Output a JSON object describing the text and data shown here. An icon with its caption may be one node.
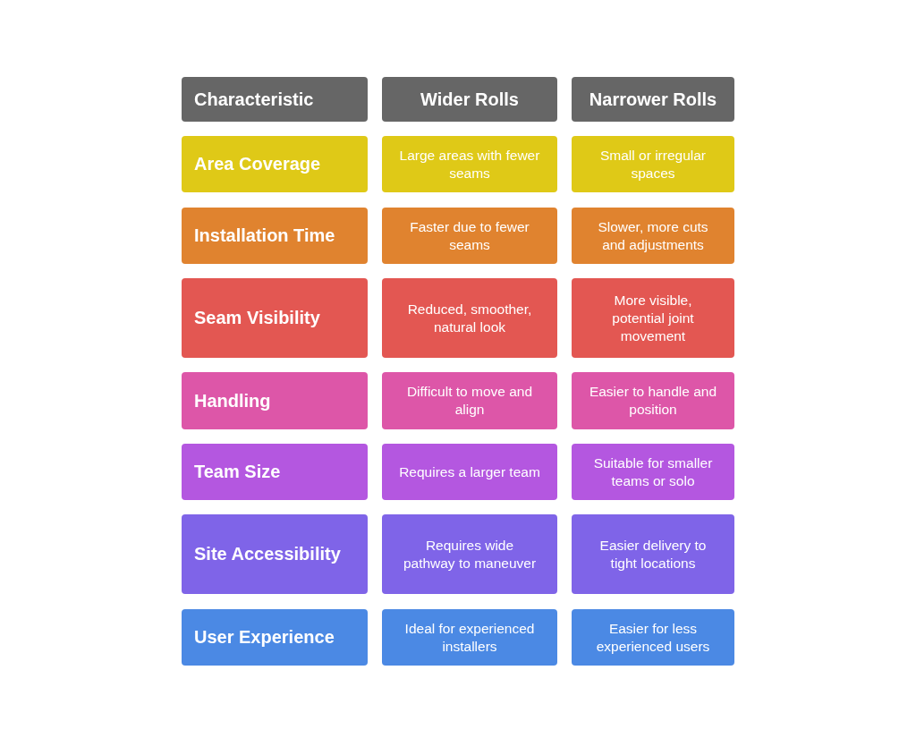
{
  "diagram": {
    "nodes": [
      {
        "text": [
          "Characteristic"
        ]
      },
      {
        "text": [
          "Wider Rolls"
        ]
      },
      {
        "text": [
          "Narrower Rolls"
        ]
      },
      {
        "text": [
          "Area Coverage"
        ]
      },
      {
        "text": [
          "Large areas with fewer seams"
        ]
      },
      {
        "text": [
          "Small or irregular spaces"
        ]
      },
      {
        "text": [
          "Installation Time"
        ]
      },
      {
        "text": [
          "Faster due to fewer seams"
        ]
      },
      {
        "text": [
          "Slower, more cuts and adjustments"
        ]
      },
      {
        "text": [
          "Seam Visibility"
        ]
      },
      {
        "text": [
          "Reduced, smoother, natural look"
        ]
      },
      {
        "text": [
          "More visible, potential joint movement"
        ]
      },
      {
        "text": [
          "Handling"
        ]
      },
      {
        "text": [
          "Difficult to move and align"
        ]
      },
      {
        "text": [
          "Easier to handle and position"
        ]
      },
      {
        "text": [
          "Team Size"
        ]
      },
      {
        "text": [
          "Requires a larger team"
        ]
      },
      {
        "text": [
          "Suitable for smaller teams or solo"
        ]
      },
      {
        "text": [
          "Site Accessibility"
        ]
      },
      {
        "text": [
          "Requires wide pathway to maneuver"
        ]
      },
      {
        "text": [
          "Easier delivery to tight locations"
        ]
      },
      {
        "text": [
          "User Experience"
        ]
      },
      {
        "text": [
          "Ideal for experienced installers"
        ]
      },
      {
        "text": [
          "Easier for less experienced users"
        ]
      }
    ]
  }
}
